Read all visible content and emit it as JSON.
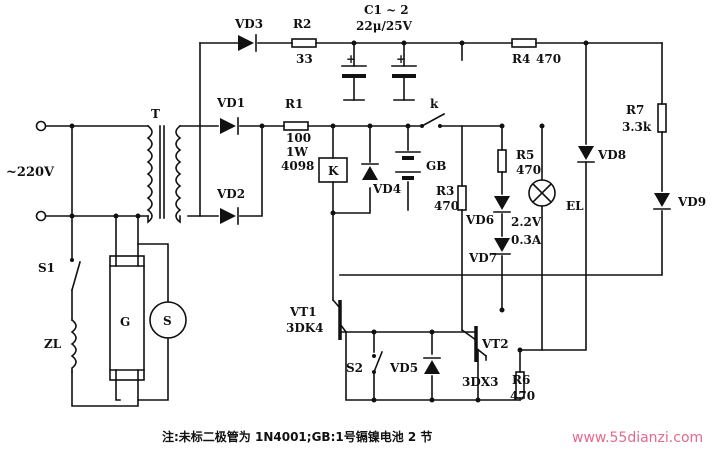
{
  "labels": {
    "vd3": "VD3",
    "r2": "R2",
    "r2_val": "33",
    "c12": "C1 ~ 2",
    "c12_val": "22μ/25V",
    "r4": "R4",
    "r4_val": "470",
    "t": "T",
    "vd1": "VD1",
    "vd2": "VD2",
    "r1": "R1",
    "r1_v1": "100",
    "r1_v2": "1W",
    "r1_v3": "4098",
    "k_contact": "k",
    "k_relay": "K",
    "vd4": "VD4",
    "gb": "GB",
    "r3": "R3",
    "r3_val": "470",
    "r5": "R5",
    "r5_val": "470",
    "vd6": "VD6",
    "vd7": "VD7",
    "el": "EL",
    "el_v": "2.2V",
    "el_a": "0.3A",
    "r7": "R7",
    "r7_val": "3.3k",
    "vd8": "VD8",
    "vd9": "VD9",
    "ac": "~220V",
    "s1": "S1",
    "zl": "ZL",
    "g": "G",
    "s": "S",
    "vt1": "VT1",
    "vt1_type": "3DK4",
    "s2": "S2",
    "vd5": "VD5",
    "vt2": "VT2",
    "vt2_type": "3DX3",
    "r6": "R6",
    "r6_val": "470"
  },
  "note": "注:未标二极管为 1N4001;GB:1号镉镍电池 2 节",
  "watermark": "www.55dianzi.com"
}
